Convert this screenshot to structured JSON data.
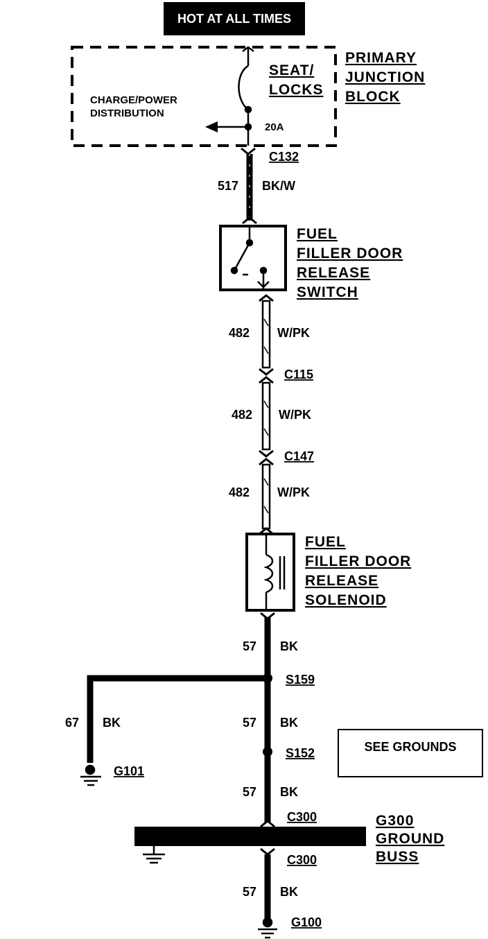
{
  "header": {
    "hot_label": "HOT AT ALL TIMES"
  },
  "junction_block": {
    "name_lines": [
      "PRIMARY",
      "JUNCTION",
      "BLOCK"
    ],
    "fuse_name_lines": [
      "SEAT/",
      "LOCKS"
    ],
    "distribution_lines": [
      "CHARGE/POWER",
      "DISTRIBUTION"
    ],
    "fuse_rating": "20A"
  },
  "connectors": {
    "c132": "C132",
    "c115": "C115",
    "c147": "C147",
    "c300_top": "C300",
    "c300_bottom": "C300"
  },
  "wires": [
    {
      "circuit": "517",
      "color": "BK/W"
    },
    {
      "circuit": "482",
      "color": "W/PK"
    },
    {
      "circuit": "482",
      "color": "W/PK"
    },
    {
      "circuit": "482",
      "color": "W/PK"
    },
    {
      "circuit": "57",
      "color": "BK"
    },
    {
      "circuit": "67",
      "color": "BK"
    },
    {
      "circuit": "57",
      "color": "BK"
    },
    {
      "circuit": "57",
      "color": "BK"
    },
    {
      "circuit": "57",
      "color": "BK"
    }
  ],
  "switch": {
    "name_lines": [
      "FUEL",
      "FILLER DOOR",
      "RELEASE",
      "SWITCH"
    ]
  },
  "solenoid": {
    "name_lines": [
      "FUEL",
      "FILLER DOOR",
      "RELEASE",
      "SOLENOID"
    ]
  },
  "splices": {
    "s159": "S159",
    "s152": "S152"
  },
  "grounds": {
    "g101": "G101",
    "g100": "G100",
    "g300_lines": [
      "G300",
      "GROUND",
      "BUSS"
    ],
    "see_grounds": "SEE GROUNDS"
  }
}
